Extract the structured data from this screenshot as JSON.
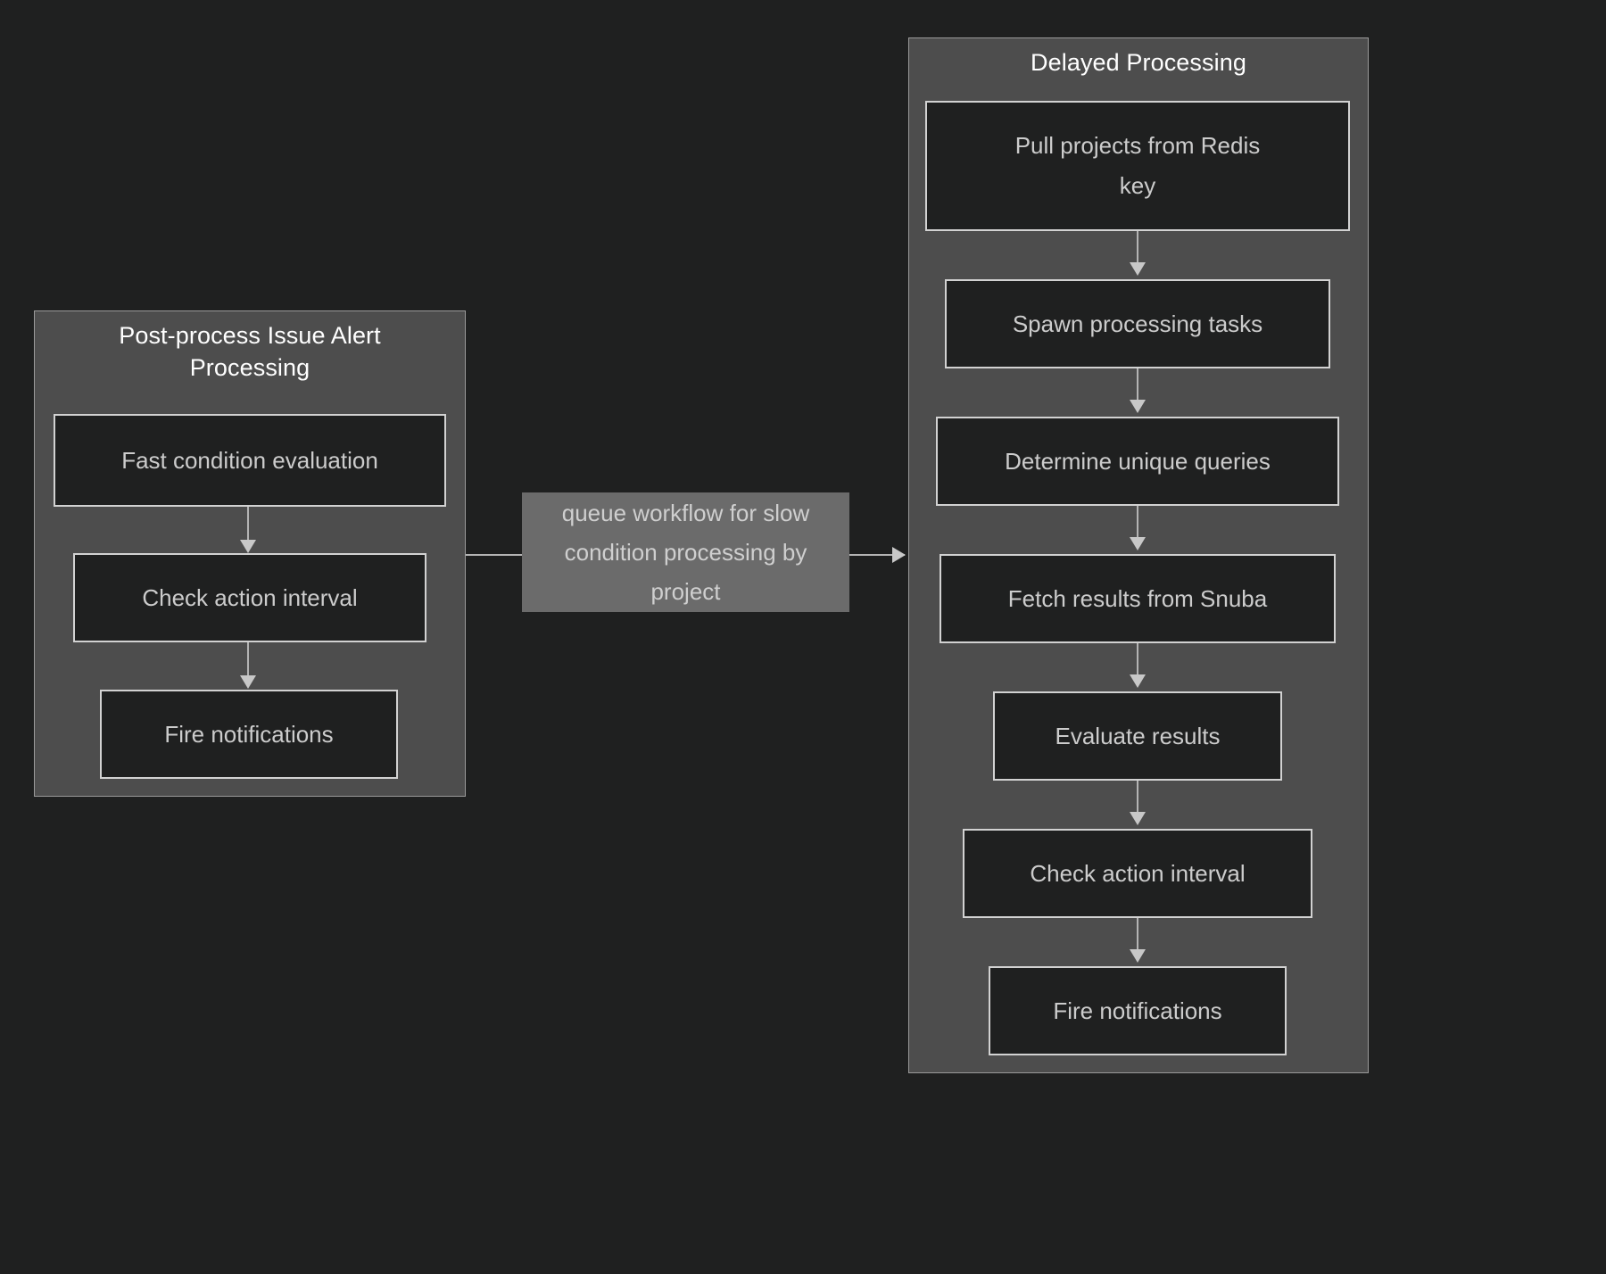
{
  "diagram": {
    "type": "flowchart",
    "direction": "left-to-right",
    "background_color": "#1f2020",
    "cluster_fill": "#4d4d4d",
    "node_fill": "#1f2020",
    "node_border_color": "#d2d2d2",
    "node_text_color": "#cccccc",
    "cluster_title_color": "#ffffff",
    "edge_color": "#b4b4b4",
    "edge_label_fill": "#6b6b6b"
  },
  "clusters": [
    {
      "id": "post-process",
      "title": "Post-process Issue Alert Processing",
      "title_line1": "Post-process Issue Alert",
      "title_line2": "Processing",
      "nodes": [
        {
          "id": "fast-condition-evaluation",
          "label": "Fast condition evaluation"
        },
        {
          "id": "check-action-interval",
          "label": "Check action interval"
        },
        {
          "id": "fire-notifications",
          "label": "Fire notifications"
        }
      ]
    },
    {
      "id": "delayed-processing",
      "title": "Delayed Processing",
      "title_line1": "Delayed Processing",
      "title_line2": "",
      "nodes": [
        {
          "id": "pull-projects-from-redis-key",
          "label": "Pull projects from Redis key",
          "line1": "Pull projects from Redis",
          "line2": "key"
        },
        {
          "id": "spawn-processing-tasks",
          "label": "Spawn processing tasks"
        },
        {
          "id": "determine-unique-queries",
          "label": "Determine unique queries"
        },
        {
          "id": "fetch-results-from-snuba",
          "label": "Fetch results from Snuba"
        },
        {
          "id": "evaluate-results",
          "label": "Evaluate results"
        },
        {
          "id": "check-action-interval-2",
          "label": "Check action interval"
        },
        {
          "id": "fire-notifications-2",
          "label": "Fire notifications"
        }
      ]
    }
  ],
  "edges": [
    {
      "from": "fast-condition-evaluation",
      "to": "check-action-interval",
      "label": ""
    },
    {
      "from": "check-action-interval",
      "to": "fire-notifications",
      "label": ""
    },
    {
      "from": "post-process",
      "to": "delayed-processing",
      "label": "queue workflow for slow condition processing by project",
      "label_line1": "queue workflow for slow",
      "label_line2": "condition processing by",
      "label_line3": "project"
    },
    {
      "from": "pull-projects-from-redis-key",
      "to": "spawn-processing-tasks",
      "label": ""
    },
    {
      "from": "spawn-processing-tasks",
      "to": "determine-unique-queries",
      "label": ""
    },
    {
      "from": "determine-unique-queries",
      "to": "fetch-results-from-snuba",
      "label": ""
    },
    {
      "from": "fetch-results-from-snuba",
      "to": "evaluate-results",
      "label": ""
    },
    {
      "from": "evaluate-results",
      "to": "check-action-interval-2",
      "label": ""
    },
    {
      "from": "check-action-interval-2",
      "to": "fire-notifications-2",
      "label": ""
    }
  ]
}
